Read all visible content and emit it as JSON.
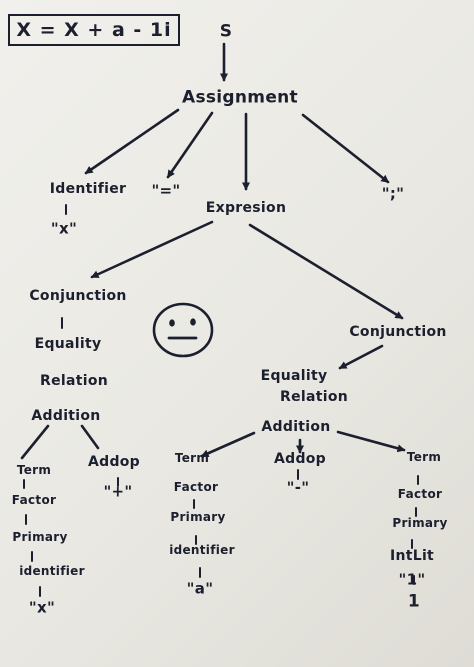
{
  "formula": "X = X + a - 1i",
  "icons": {
    "face": "neutral-face-icon"
  },
  "colors": {
    "ink": "#1c1f2e",
    "paper": "#ecebe6"
  },
  "tree": {
    "start": "S",
    "assignment": "Assignment",
    "identifier": "Identifier",
    "identifier_x": "\"x\"",
    "equals_literal": "\"=\"",
    "expression": "Expresion",
    "semicolon_literal": "\";\"",
    "left": {
      "conjunction": "Conjunction",
      "equality": "Equality",
      "relation": "Relation",
      "addition": "Addition",
      "term": "Term",
      "factor": "Factor",
      "primary": "Primary",
      "identifier": "identifier",
      "identifier_value": "\"x\"",
      "addop": "Addop",
      "addop_value": "\"+\""
    },
    "right": {
      "conjunction": "Conjunction",
      "equality": "Equality",
      "relation": "Relation",
      "addition": "Addition",
      "term_a": "Term",
      "factor_a": "Factor",
      "primary_a": "Primary",
      "identifier_a": "identifier",
      "identifier_value": "\"a\"",
      "addop": "Addop",
      "addop_value": "\"-\"",
      "term_b": "Term",
      "factor_b": "Factor",
      "primary_b": "Primary",
      "intlit": "IntLit",
      "intlit_value": "\"1\"",
      "intlit_digit": "1"
    }
  }
}
